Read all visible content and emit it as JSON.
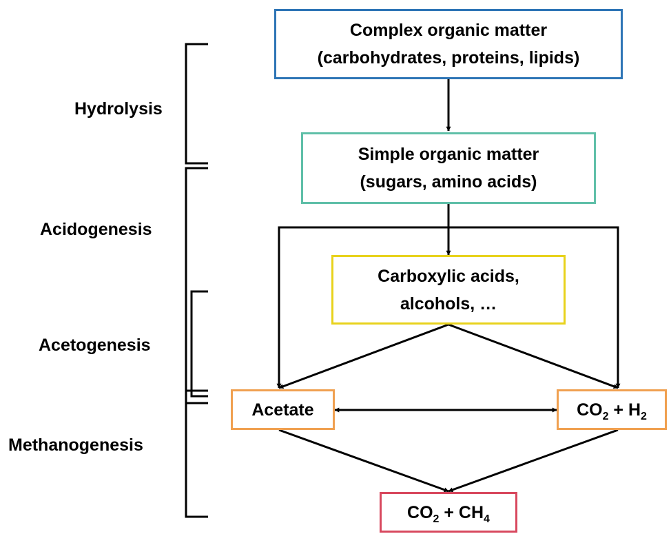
{
  "stages": {
    "hydrolysis": "Hydrolysis",
    "acidogenesis": "Acidogenesis",
    "acetogenesis": "Acetogenesis",
    "methanogenesis": "Methanogenesis"
  },
  "nodes": {
    "complex": {
      "line1": "Complex organic matter",
      "line2": "(carbohydrates, proteins, lipids)",
      "color": "#2e75b6"
    },
    "simple": {
      "line1": "Simple organic matter",
      "line2": "(sugars, amino acids)",
      "color": "#5fbfa8"
    },
    "carboxylic": {
      "line1": "Carboxylic acids,",
      "line2": "alcohols, …",
      "color": "#e8d21c"
    },
    "acetate": {
      "label": "Acetate",
      "color": "#f0a050"
    },
    "co2_h2": {
      "a": "CO",
      "a_sub": "2",
      "b": " + H",
      "b_sub": "2",
      "color": "#f0a050"
    },
    "co2_ch4": {
      "a": "CO",
      "a_sub": "2",
      "b": " + CH",
      "b_sub": "4",
      "color": "#d8485e"
    }
  },
  "edge_color": "#000000"
}
